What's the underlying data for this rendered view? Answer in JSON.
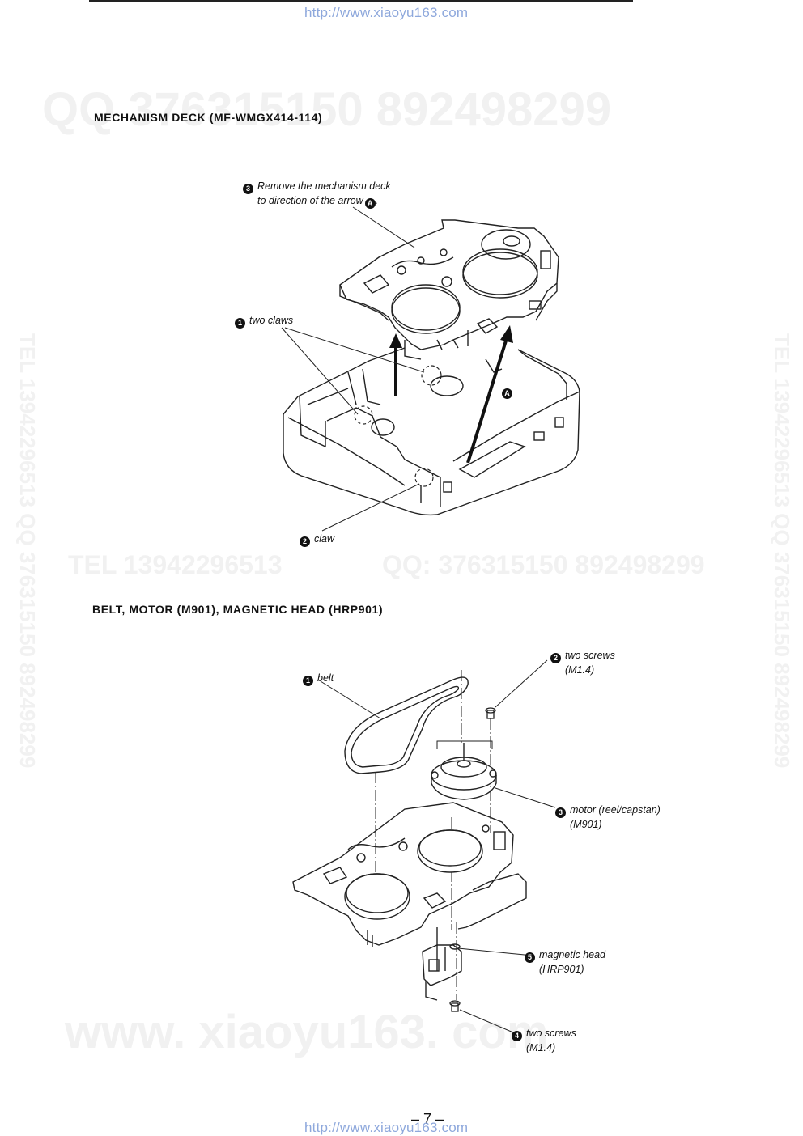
{
  "header": {
    "url": "http://www.xiaoyu163.com"
  },
  "footer": {
    "url": "http://www.xiaoyu163.com",
    "page_number": "– 7 –"
  },
  "watermarks": {
    "qq_top": "QQ 376315150    892498299",
    "tel_mid": "TEL  13942296513",
    "qq_mid": "QQ: 376315150  892498299",
    "site_bottom": "www. xiaoyu163. com",
    "vertical": "TEL 13942296513 QQ 376315150 892498299"
  },
  "section1": {
    "title": "MECHANISM  DECK  (MF-WMGX414-114)",
    "callouts": {
      "step3_num": "3",
      "step3_line1": "Remove the mechanism deck",
      "step3_line2": "to direction of the arrow",
      "arrow_ref": "A",
      "step1_num": "1",
      "step1_text": "two claws",
      "step2_num": "2",
      "step2_text": "claw",
      "arrow_label": "A"
    }
  },
  "section2": {
    "title": "BELT,  MOTOR  (M901),  MAGNETIC  HEAD  (HRP901)",
    "callouts": {
      "belt_num": "1",
      "belt_text": "belt",
      "screws_top_num": "2",
      "screws_top_text": "two screws",
      "screws_top_sub": "(M1.4)",
      "motor_num": "3",
      "motor_text": "motor (reel/capstan)",
      "motor_sub": "(M901)",
      "head_num": "5",
      "head_text": "magnetic head",
      "head_sub": "(HRP901)",
      "screws_bottom_num": "4",
      "screws_bottom_text": "two screws",
      "screws_bottom_sub": "(M1.4)"
    }
  }
}
